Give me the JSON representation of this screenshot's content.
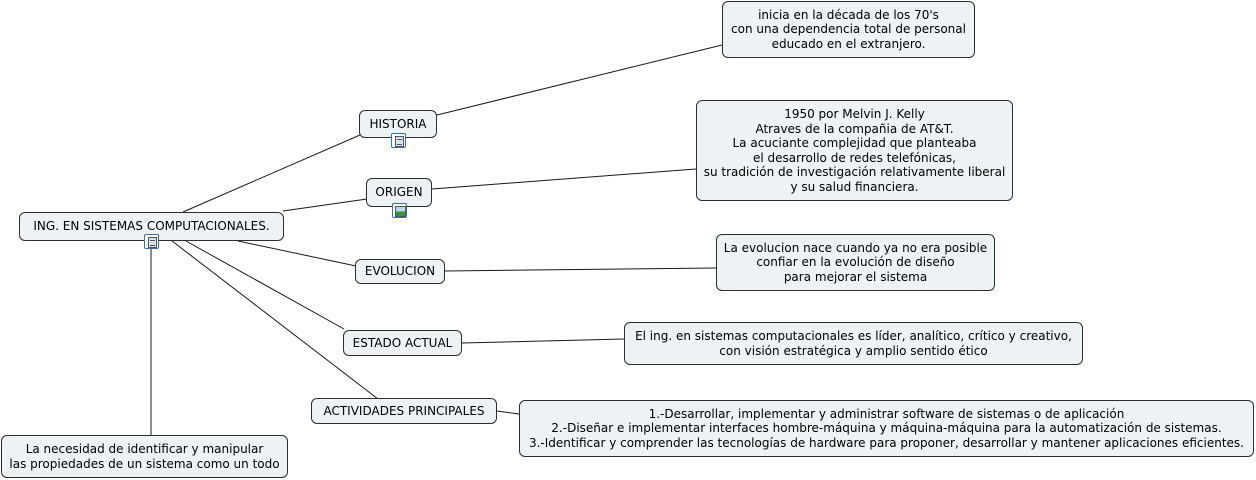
{
  "root": {
    "label": "ING. EN SISTEMAS COMPUTACIONALES.",
    "icon": "note-icon"
  },
  "root_note": {
    "lines": [
      "La necesidad de identificar y manipular",
      "las propiedades de un sistema como un todo"
    ]
  },
  "branches": [
    {
      "label": "HISTORIA",
      "icon": "note-icon",
      "detail": [
        "inicia en la década de los 70's",
        "con una dependencia total de personal",
        "educado en el extranjero."
      ]
    },
    {
      "label": "ORIGEN",
      "icon": "image-icon",
      "detail": [
        "1950 por Melvin J. Kelly",
        "Atraves de la compañia de AT&T.",
        "La acuciante complejidad que planteaba",
        "el desarrollo de redes telefónicas,",
        "su tradición de investigación relativamente liberal",
        "y su salud financiera."
      ]
    },
    {
      "label": "EVOLUCION",
      "detail": [
        "La evolucion nace cuando ya no era posible",
        "confiar en la evolución de diseño",
        "para mejorar el sistema"
      ]
    },
    {
      "label": "ESTADO ACTUAL",
      "detail": [
        "El ing. en sistemas computacionales es líder, analítico, crítico y creativo,",
        "con visión estratégica y amplio sentido ético"
      ]
    },
    {
      "label": "ACTIVIDADES PRINCIPALES",
      "detail": [
        "1.-Desarrollar, implementar y administrar software de sistemas o de aplicación",
        "2.-Diseñar e implementar interfaces hombre-máquina y máquina-máquina para la automatización de sistemas.",
        "3.-Identificar y comprender las tecnologías de hardware para proponer, desarrollar y mantener aplicaciones eficientes."
      ]
    }
  ]
}
